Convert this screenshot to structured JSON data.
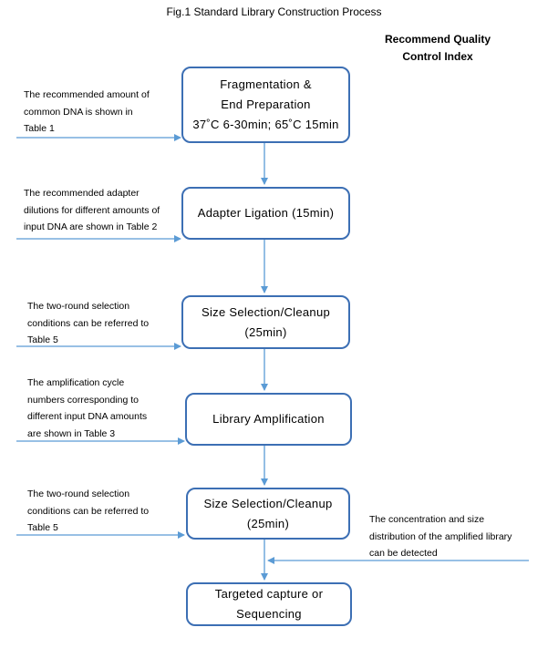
{
  "figure_title": "Fig.1 Standard Library Construction Process",
  "qc_heading": {
    "line1": "Recommend Quality",
    "line2": "Control Index"
  },
  "steps": [
    {
      "lines": [
        "Fragmentation &",
        "End Preparation",
        "37˚C 6-30min; 65˚C 15min"
      ]
    },
    {
      "lines": [
        "Adapter Ligation (15min)"
      ]
    },
    {
      "lines": [
        "Size Selection/Cleanup",
        "(25min)"
      ]
    },
    {
      "lines": [
        "Library Amplification"
      ]
    },
    {
      "lines": [
        "Size Selection/Cleanup",
        "(25min)"
      ]
    },
    {
      "lines": [
        "Targeted capture or",
        "Sequencing"
      ]
    }
  ],
  "side_notes": [
    {
      "lines": [
        "The recommended amount of",
        "common DNA is shown in",
        "Table 1"
      ]
    },
    {
      "lines": [
        "The recommended adapter",
        "dilutions for different amounts of",
        "input DNA are shown in Table 2"
      ]
    },
    {
      "lines": [
        "The two-round selection",
        "conditions can be referred to",
        "Table 5"
      ]
    },
    {
      "lines": [
        "The amplification cycle",
        "numbers corresponding to",
        "different input DNA amounts",
        "are shown in Table 3"
      ]
    },
    {
      "lines": [
        "The two-round selection",
        "conditions can be referred to",
        "Table 5"
      ]
    }
  ],
  "qc_note": {
    "lines": [
      "The concentration and size",
      "distribution of the amplified library",
      "can be detected"
    ]
  },
  "colors": {
    "box_border": "#3c6fb4",
    "arrow": "#5b9bd5",
    "text": "#000000",
    "background": "#ffffff"
  }
}
